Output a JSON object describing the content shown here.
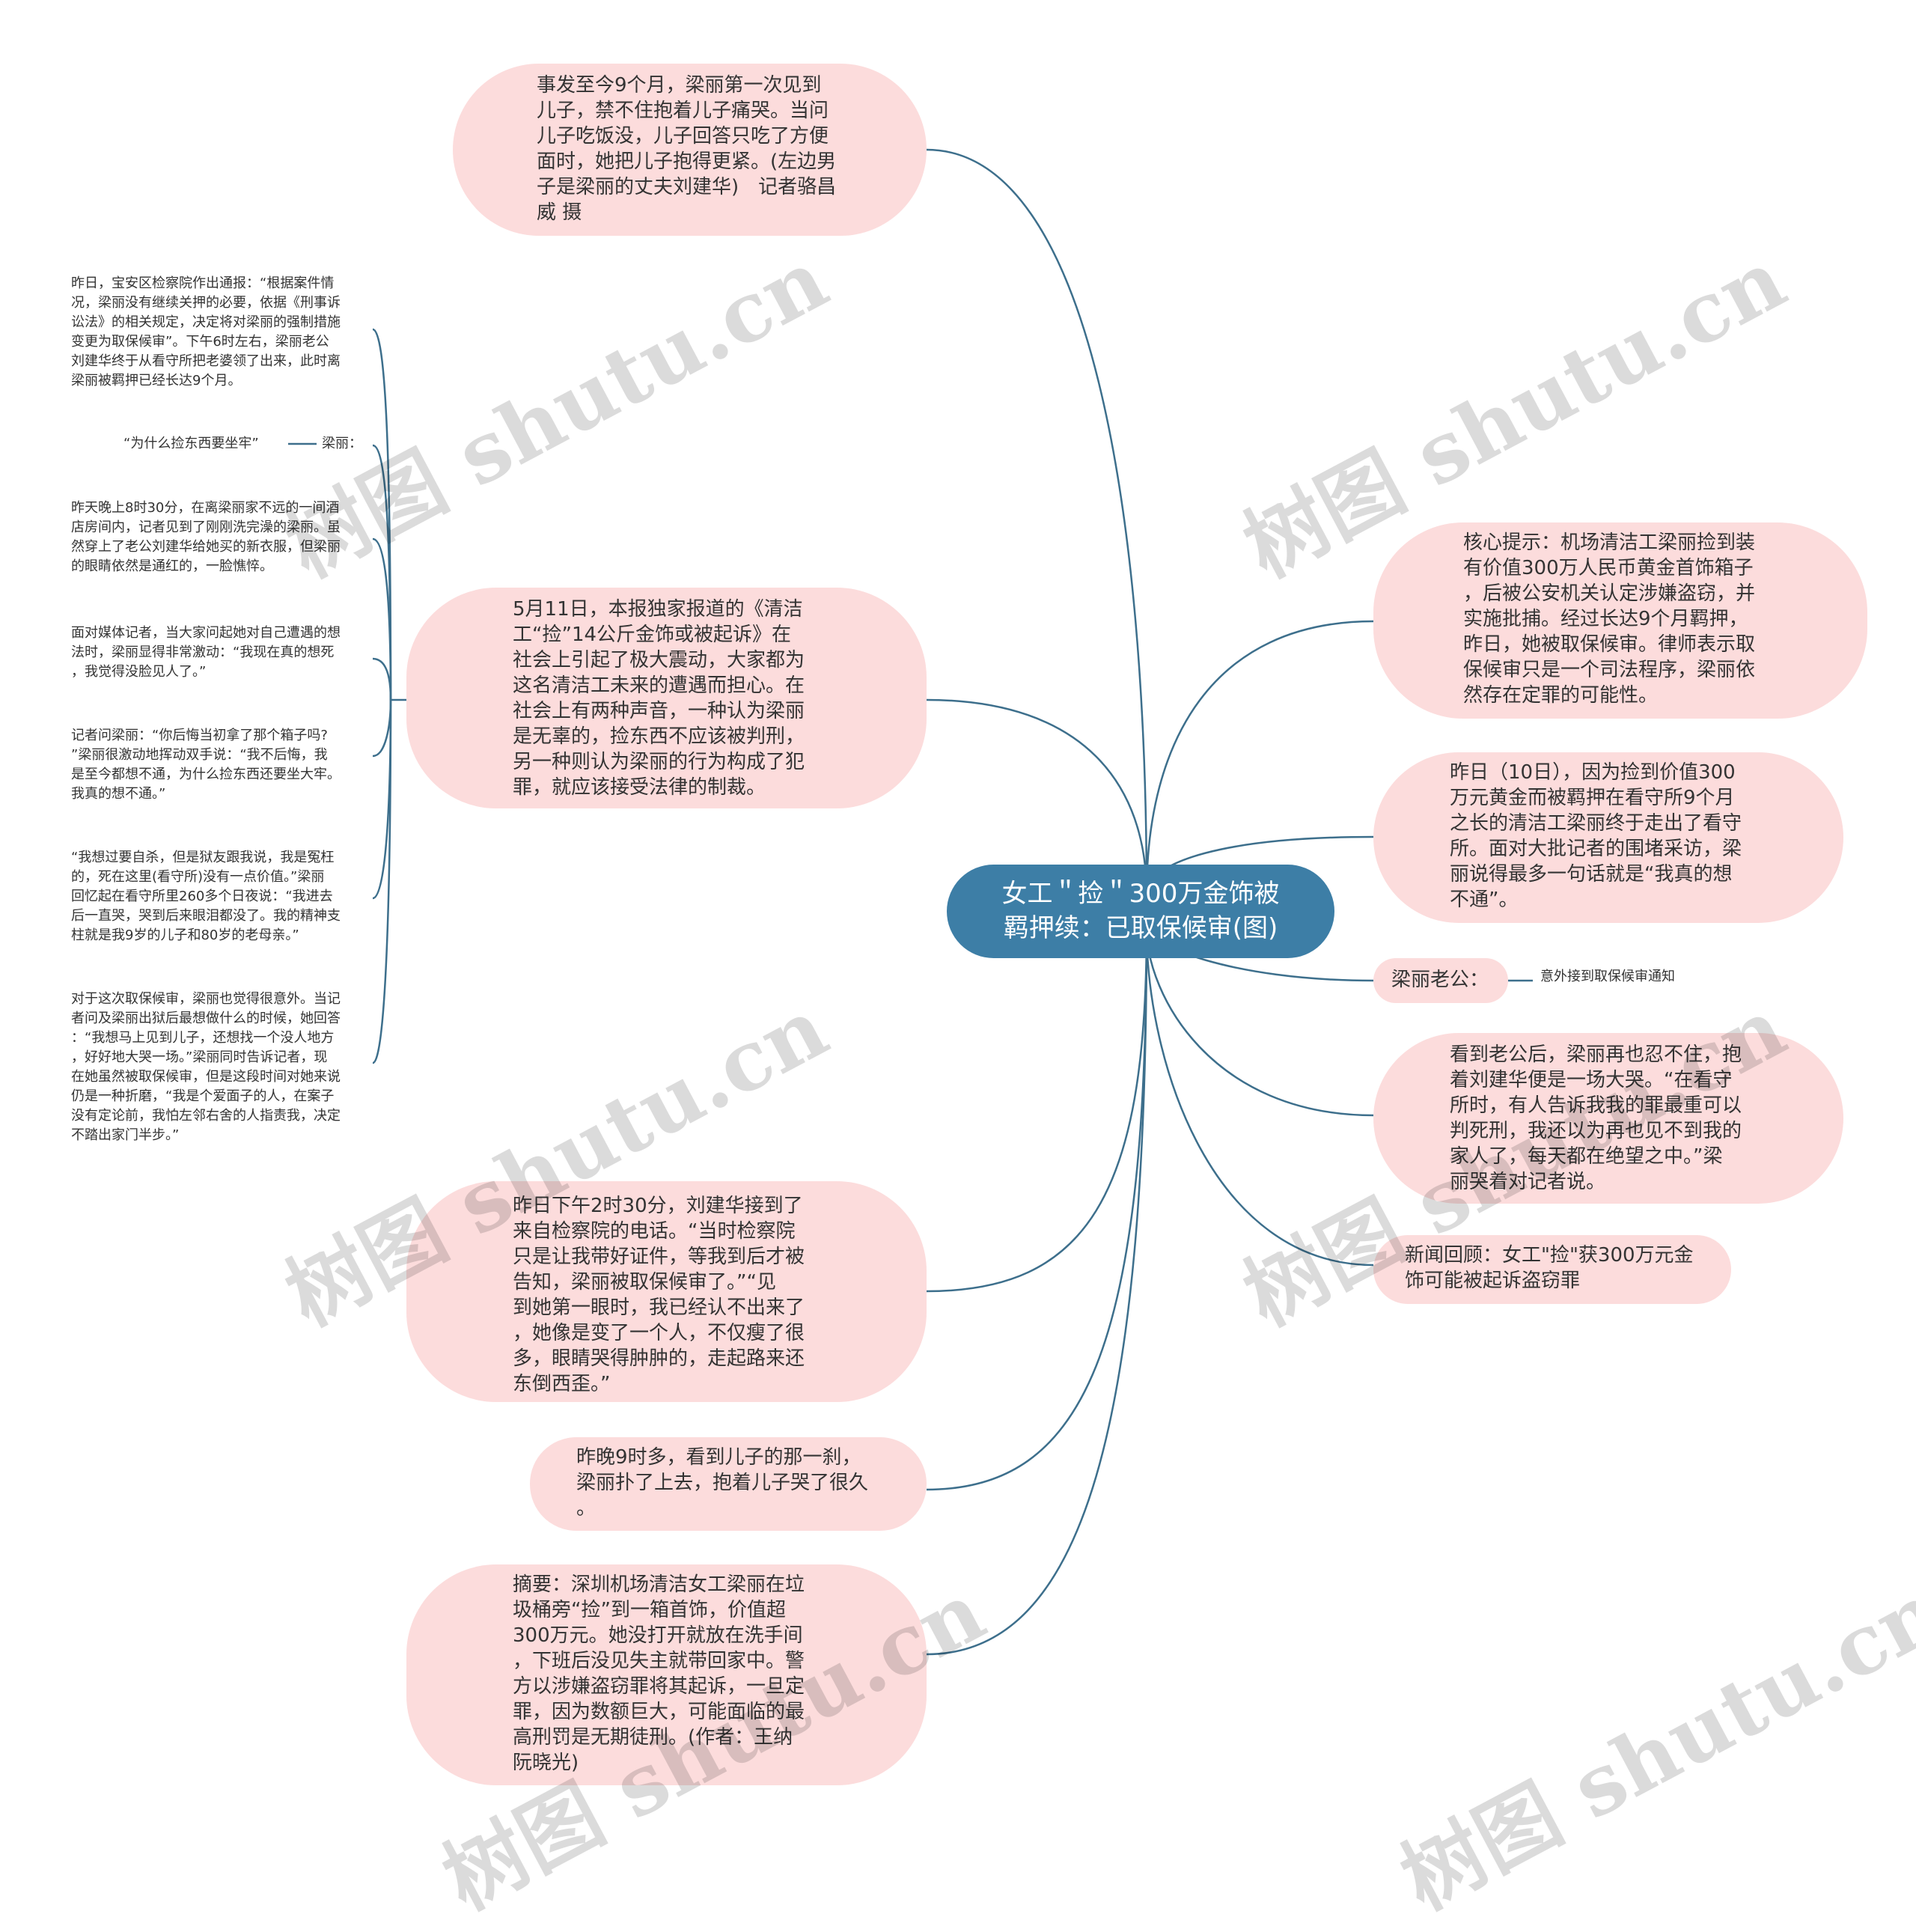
{
  "colors": {
    "root_fill": "#3d7ea6",
    "node_fill": "#fcdcdc",
    "link": "#3d6f8c"
  },
  "root": {
    "text": "女工＂捡＂300万金饰被\n羁押续：已取保候审(图)"
  },
  "left_nodes": [
    {
      "id": "l1",
      "text": "事发至今9个月，梁丽第一次见到\n儿子，禁不住抱着儿子痛哭。当问\n儿子吃饭没，儿子回答只吃了方便\n面时，她把儿子抱得更紧。(左边男\n子是梁丽的丈夫刘建华)　记者骆昌\n威 摄"
    },
    {
      "id": "l2",
      "text": "5月11日，本报独家报道的《清洁\n工“捡”14公斤金饰或被起诉》在\n社会上引起了极大震动，大家都为\n这名清洁工未来的遭遇而担心。在\n社会上有两种声音，一种认为梁丽\n是无辜的，捡东西不应该被判刑，\n另一种则认为梁丽的行为构成了犯\n罪，就应该接受法律的制裁。"
    },
    {
      "id": "l3",
      "text": "昨日下午2时30分，刘建华接到了\n来自检察院的电话。“当时检察院\n只是让我带好证件，等我到后才被\n告知，梁丽被取保候审了。”“见\n到她第一眼时，我已经认不出来了\n，她像是变了一个人，不仅瘦了很\n多，眼睛哭得肿肿的，走起路来还\n东倒西歪。”"
    },
    {
      "id": "l4",
      "text": "昨晚9时多，看到儿子的那一刹，\n梁丽扑了上去，抱着儿子哭了很久\n。"
    },
    {
      "id": "l5",
      "text": "摘要：深圳机场清洁女工梁丽在垃\n圾桶旁“捡”到一箱首饰，价值超\n300万元。她没打开就放在洗手间\n，下班后没见失主就带回家中。警\n方以涉嫌盗窃罪将其起诉，一旦定\n罪，因为数额巨大，可能面临的最\n高刑罚是无期徒刑。(作者：王纳\n阮晓光)"
    }
  ],
  "right_nodes": [
    {
      "id": "r1",
      "text": "核心提示：机场清洁工梁丽捡到装\n有价值300万人民币黄金首饰箱子\n，后被公安机关认定涉嫌盗窃，并\n实施批捕。经过长达9个月羁押，\n昨日，她被取保候审。律师表示取\n保候审只是一个司法程序，梁丽依\n然存在定罪的可能性。"
    },
    {
      "id": "r2",
      "text": "昨日（10日），因为捡到价值300\n万元黄金而被羁押在看守所9个月\n之长的清洁工梁丽终于走出了看守\n所。面对大批记者的围堵采访，梁\n丽说得最多一句话就是“我真的想\n不通”。"
    },
    {
      "id": "r3",
      "text": "梁丽老公："
    },
    {
      "id": "r4",
      "text": "看到老公后，梁丽再也忍不住，抱\n着刘建华便是一场大哭。“在看守\n所时，有人告诉我我的罪最重可以\n判死刑，我还以为再也见不到我的\n家人了，每天都在绝望之中。”梁\n丽哭着对记者说。"
    },
    {
      "id": "r5",
      "text": "新闻回顾：女工\"捡\"获300万元金\n饰可能被起诉盗窃罪"
    }
  ],
  "r3_child": {
    "text": "意外接到取保候审通知"
  },
  "leaves": [
    {
      "id": "f1",
      "text": "昨日，宝安区检察院作出通报：“根据案件情\n况，梁丽没有继续关押的必要，依据《刑事诉\n讼法》的相关规定，决定将对梁丽的强制措施\n变更为取保候审”。下午6时左右，梁丽老公\n刘建华终于从看守所把老婆领了出来，此时离\n梁丽被羁押已经长达9个月。"
    },
    {
      "id": "f2",
      "text": "“为什么捡东西要坐牢”"
    },
    {
      "id": "f3",
      "text": "昨天晚上8时30分，在离梁丽家不远的一间酒\n店房间内，记者见到了刚刚洗完澡的梁丽。虽\n然穿上了老公刘建华给她买的新衣服，但梁丽\n的眼睛依然是通红的，一脸憔悴。"
    },
    {
      "id": "f4",
      "text": "面对媒体记者，当大家问起她对自己遭遇的想\n法时，梁丽显得非常激动：“我现在真的想死\n，我觉得没脸见人了。”"
    },
    {
      "id": "f5",
      "text": "记者问梁丽：“你后悔当初拿了那个箱子吗?\n”梁丽很激动地挥动双手说：“我不后悔，我\n是至今都想不通，为什么捡东西还要坐大牢。\n我真的想不通。”"
    },
    {
      "id": "f6",
      "text": "“我想过要自杀，但是狱友跟我说，我是冤枉\n的，死在这里(看守所)没有一点价值。”梁丽\n回忆起在看守所里260多个日夜说：“我进去\n后一直哭，哭到后来眼泪都没了。我的精神支\n柱就是我9岁的儿子和80岁的老母亲。”"
    },
    {
      "id": "f7",
      "text": "对于这次取保候审，梁丽也觉得很意外。当记\n者问及梁丽出狱后最想做什么的时候，她回答\n：“我想马上见到儿子，还想找一个没人地方\n，好好地大哭一场。”梁丽同时告诉记者，现\n在她虽然被取保候审，但是这段时间对她来说\n仍是一种折磨，“我是个爱面子的人，在案子\n没有定论前，我怕左邻右舍的人指责我，决定\n不踏出家门半步。”"
    }
  ],
  "f2_parent": {
    "text": "梁丽："
  },
  "watermark": {
    "text": "树图 shutu.cn"
  }
}
